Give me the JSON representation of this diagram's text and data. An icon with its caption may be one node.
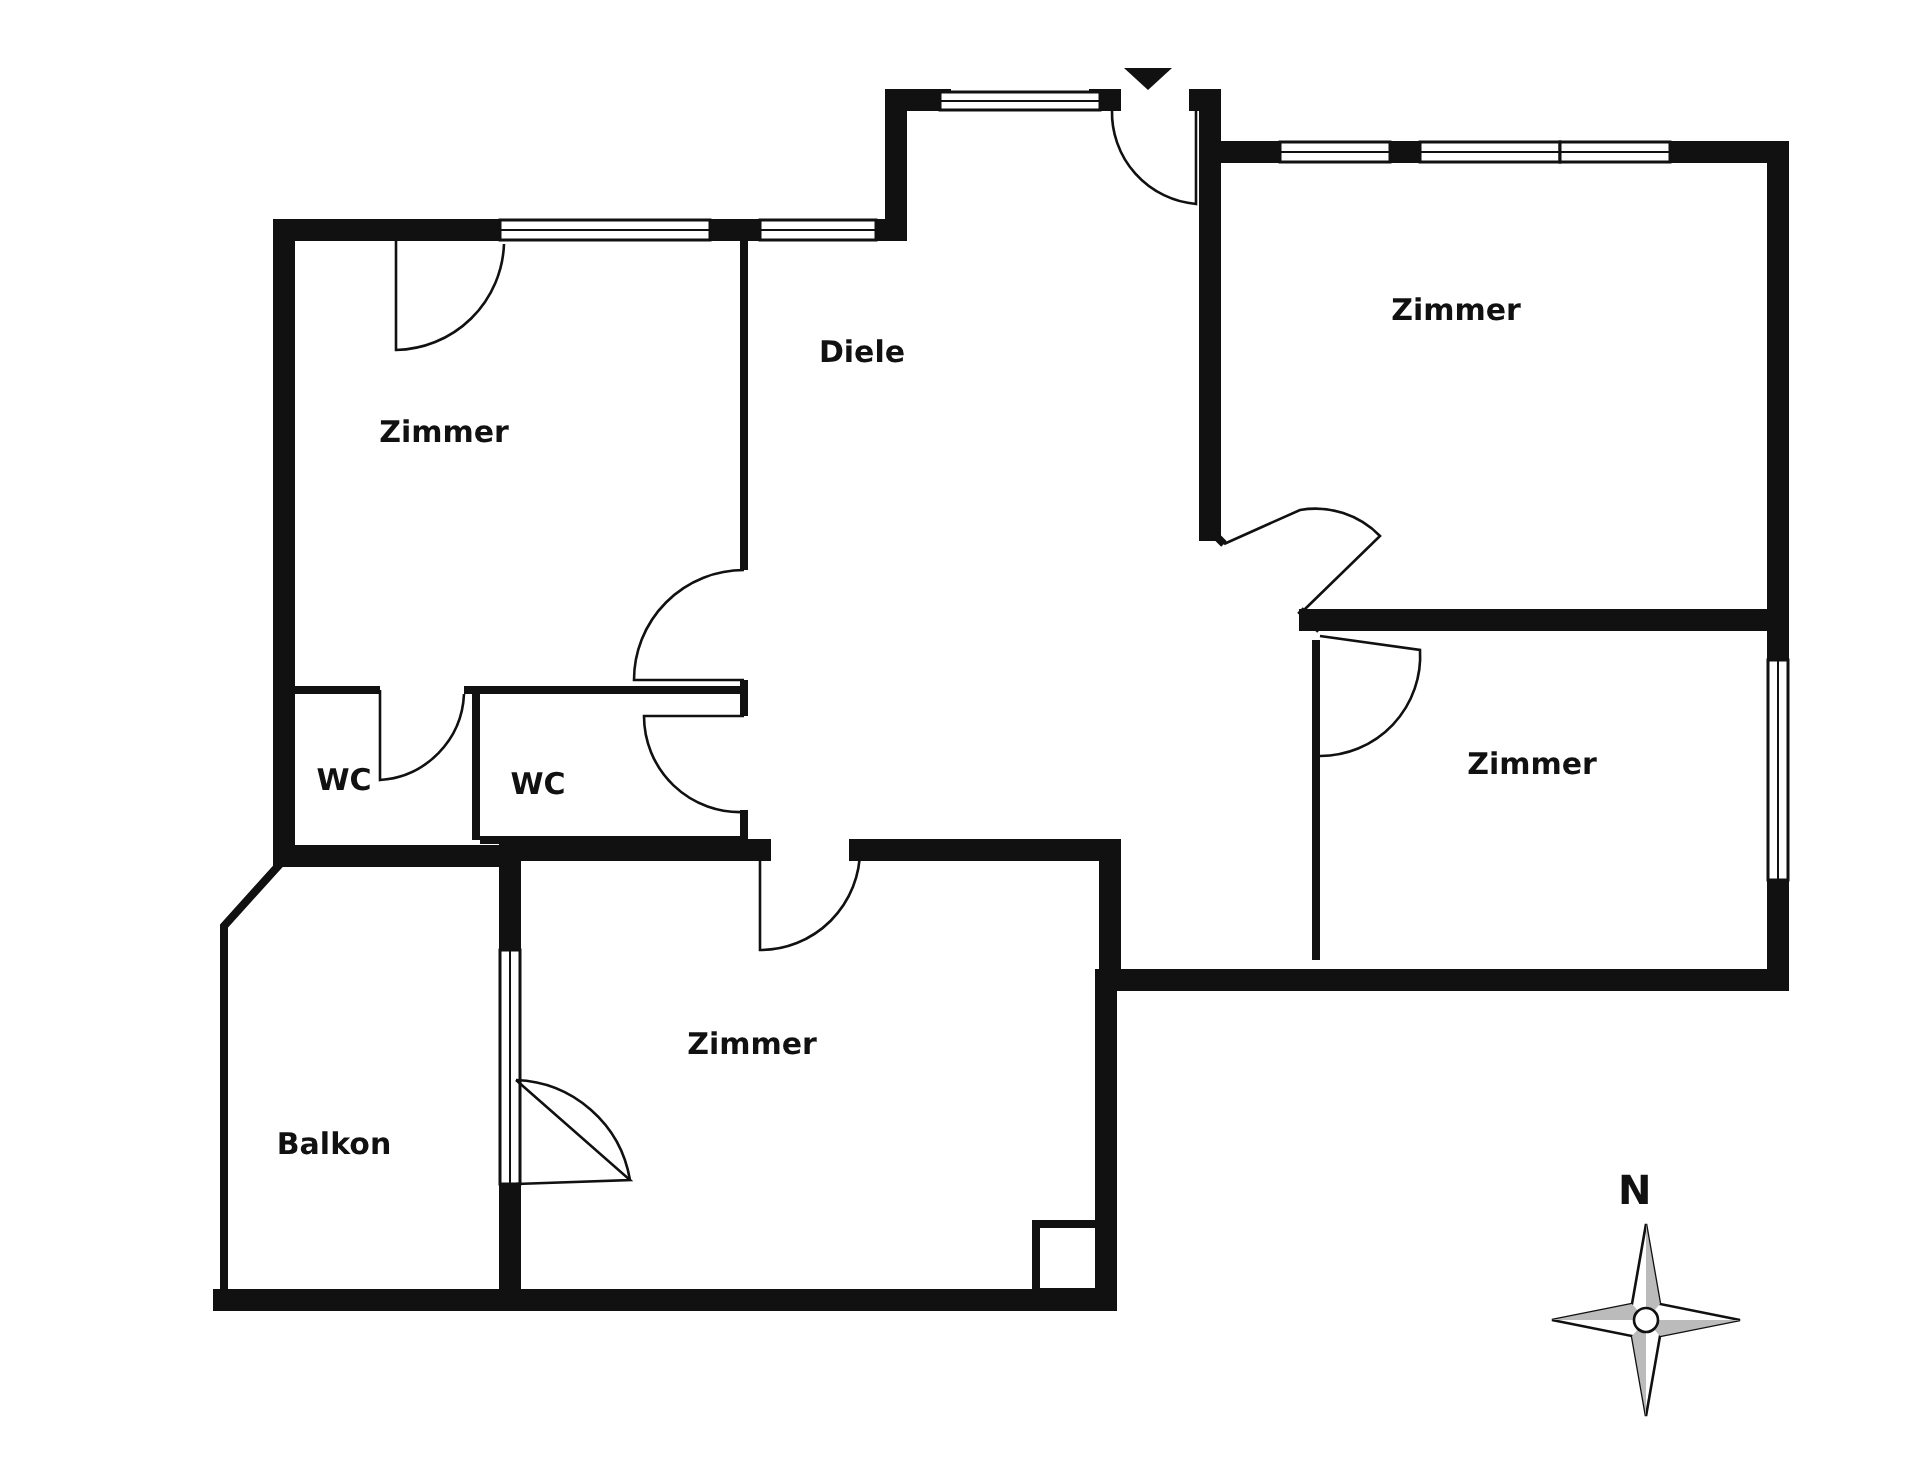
{
  "diagram": {
    "nodes": [
      {
        "text": [
          "Zimmer"
        ]
      },
      {
        "text": [
          "Diele"
        ]
      },
      {
        "text": [
          "Zimmer"
        ]
      },
      {
        "text": [
          "Zimmer"
        ]
      },
      {
        "text": [
          "WC"
        ]
      },
      {
        "text": [
          "WC"
        ]
      },
      {
        "text": [
          "Zimmer"
        ]
      },
      {
        "text": [
          "Balkon"
        ]
      }
    ],
    "labels": [
      "N"
    ]
  }
}
